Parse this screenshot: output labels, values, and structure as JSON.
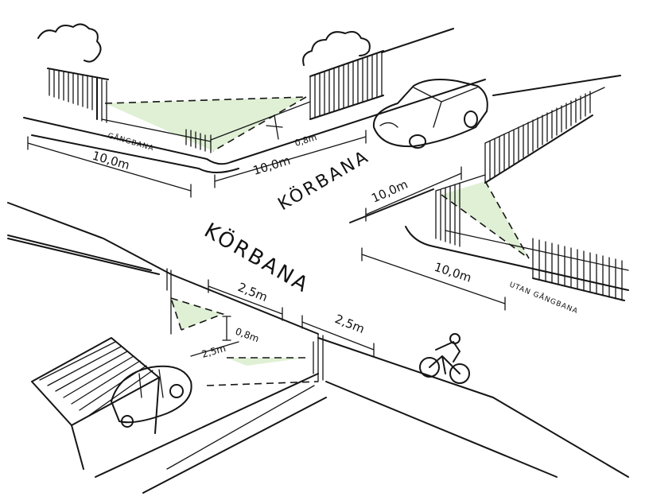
{
  "colors": {
    "ink": "#151515",
    "sight_triangle": "#dff0d4",
    "paper": "#ffffff"
  },
  "labels": {
    "korbana_top": "KÖRBANA",
    "korbana_main": "KÖRBANA",
    "gangbana": "GÅNGBANA",
    "utan_gangbana": "UTAN GÅNGBANA",
    "dim_10m_left": "10,0m",
    "dim_10m_top": "10,0m",
    "dim_08_top": "0,8m",
    "dim_10m_right_vertical": "10,0m",
    "dim_10m_right": "10,0m",
    "dim_25_a": "2,5m",
    "dim_25_b": "2,5m",
    "dim_25_c": "2,5m",
    "dim_08_bottom": "0,8m"
  },
  "icons": [
    "car-icon",
    "car-icon",
    "cyclist-icon",
    "carport-icon",
    "cloud-icon",
    "cloud-icon"
  ]
}
